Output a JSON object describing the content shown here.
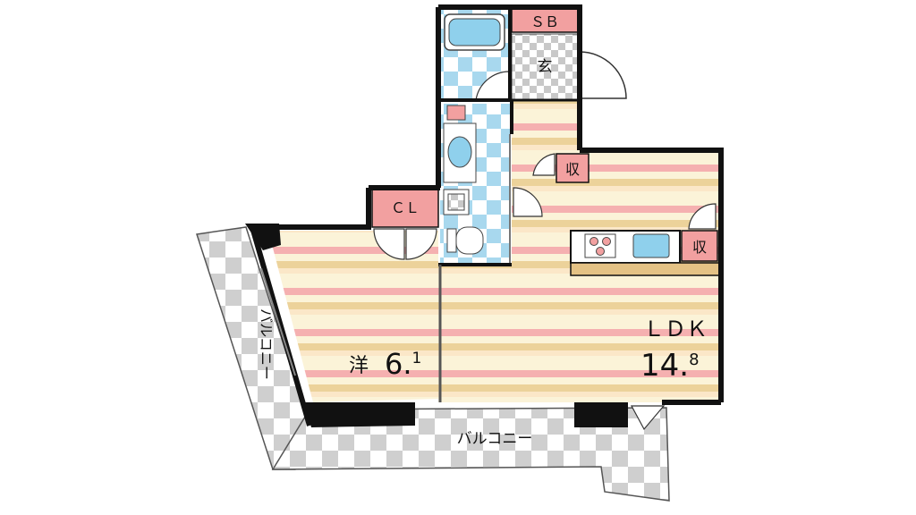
{
  "rooms": {
    "sb": "ＳＢ",
    "entrance": "玄",
    "storage_upper": "収",
    "storage_kitchen": "収",
    "closet": "ＣＬ",
    "ldk": {
      "label": "ＬＤＫ",
      "size_main": "14.",
      "size_sub": "8"
    },
    "western": {
      "label": "洋",
      "size_main": "6.",
      "size_sub": "1"
    },
    "balcony_left": "バルコニー",
    "balcony_bottom": "バルコニー"
  },
  "colors": {
    "stripe_pink": "#f5b0b0",
    "stripe_tan": "#ecd29a",
    "stripe_cream": "#fbf3d8",
    "wet_tile_blue": "#a8d8ee",
    "fixture_blue": "#8fd0ec",
    "storage_pink": "#f2a0a0",
    "balcony_gray": "#cfcfcf",
    "wall": "#111111"
  }
}
